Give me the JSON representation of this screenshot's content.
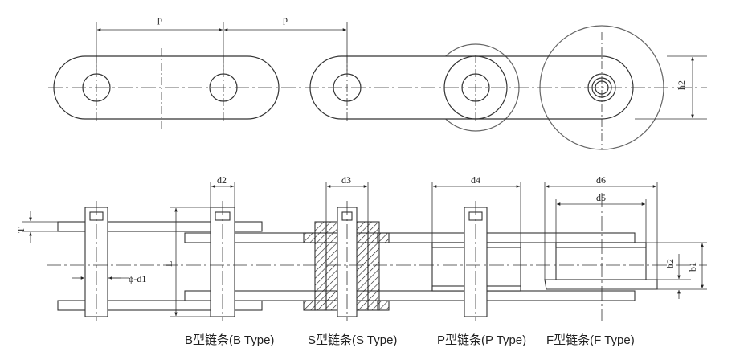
{
  "top_view": {
    "pitch_label_1": "p",
    "pitch_label_2": "p",
    "height_label": "h2"
  },
  "side_view": {
    "thickness_label": "T",
    "length_label": "L",
    "pin_dia_label": "ϕ-d1",
    "d2_label": "d2",
    "d3_label": "d3",
    "d4_label": "d4",
    "d5_label": "d5",
    "d6_label": "d6",
    "b1_label": "b1",
    "b2_label": "b2"
  },
  "captions": {
    "b_type": "B型链条(B Type)",
    "s_type": "S型链条(S Type)",
    "p_type": "P型链条(P Type)",
    "f_type": "F型链条(F Type)"
  }
}
